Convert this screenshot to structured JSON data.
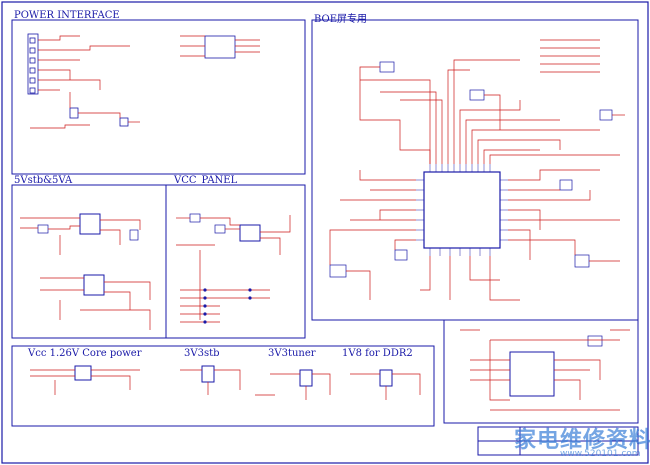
{
  "sections": {
    "power_interface": "POWER INTERFACE",
    "boe_panel": "BOE屏专用",
    "vstb_5va": "5Vstb&5VA",
    "vcc_panel": "VCC_PANEL",
    "vcc_core": "Vcc 1.26V  Core power",
    "v3v3stb": "3V3stb",
    "v3v3tuner": "3V3tuner",
    "v1v8_ddr2": "1V8 for DDR2"
  },
  "colors": {
    "border": "#1a1aa8",
    "wire": "#cc1a1a",
    "component": "#1a1aa8",
    "watermark": "#3a7fd8"
  },
  "watermark": {
    "text": "家电维修资料网",
    "url": "www.520101.com"
  }
}
